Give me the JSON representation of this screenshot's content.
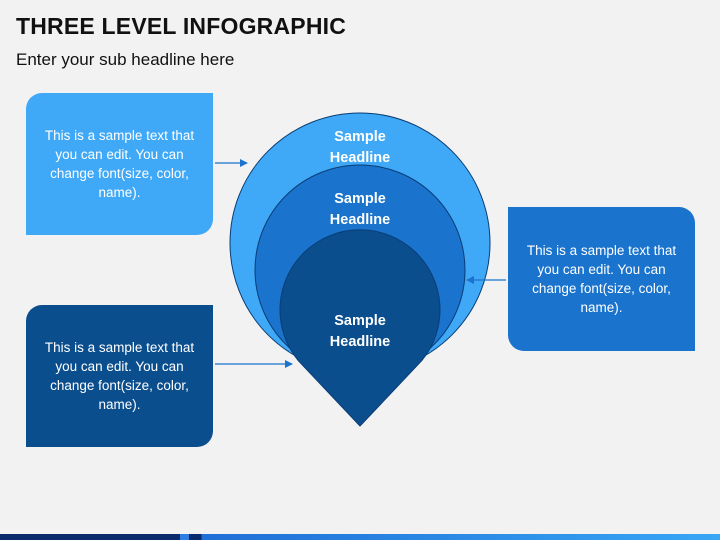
{
  "header": {
    "title": "THREE LEVEL INFOGRAPHIC",
    "subtitle": "Enter your sub headline here"
  },
  "levels": [
    {
      "headline_line1": "Sample",
      "headline_line2": "Headline",
      "color": "#40a9f7"
    },
    {
      "headline_line1": "Sample",
      "headline_line2": "Headline",
      "color": "#1a73cc"
    },
    {
      "headline_line1": "Sample",
      "headline_line2": "Headline",
      "color": "#0b4e8e"
    }
  ],
  "text_boxes": [
    {
      "text": "This is a sample text that you can edit. You can change font(size, color, name).",
      "color": "#40a9f7"
    },
    {
      "text": "This is a sample text that you can edit. You can change font(size, color, name).",
      "color": "#0b4e8e"
    },
    {
      "text": "This is a sample text that you can edit. You can change font(size, color, name).",
      "color": "#1a73cc"
    }
  ],
  "colors": {
    "arrow": "#1a73cc",
    "outline": "#0a3d75"
  }
}
